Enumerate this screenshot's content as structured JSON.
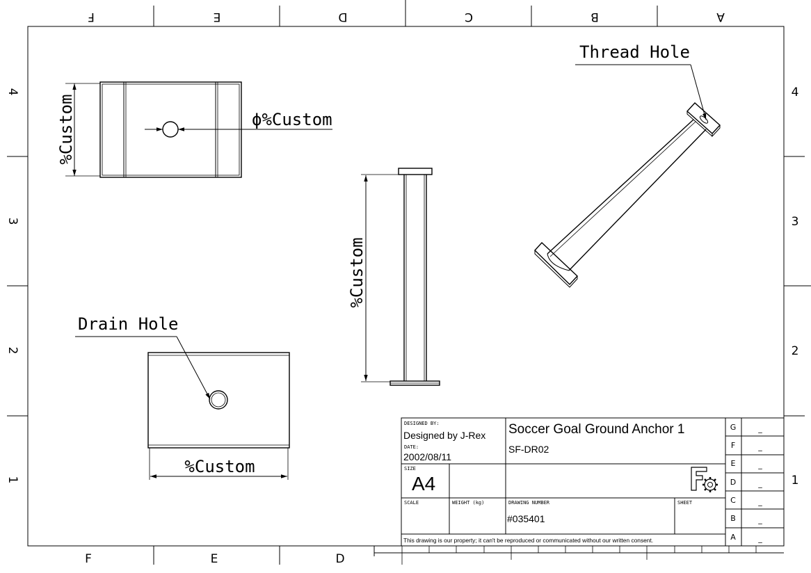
{
  "zones": {
    "top_letters": [
      "F",
      "E",
      "D",
      "C",
      "B",
      "A"
    ],
    "bottom_letters": [
      "F",
      "E",
      "D"
    ],
    "row_numbers": [
      "4",
      "3",
      "2",
      "1"
    ]
  },
  "annotations": {
    "thread_hole": "Thread Hole",
    "drain_hole": "Drain Hole",
    "dim_top_height": "%Custom",
    "dim_top_diameter": "ϕ%Custom",
    "dim_front_length": "%Custom",
    "dim_bottom_width": "%Custom"
  },
  "title_block": {
    "designed_by_label": "DESIGNED BY:",
    "designed_by": "Designed by J-Rex",
    "date_label": "DATE:",
    "date": "2002/08/11",
    "title": "Soccer Goal Ground Anchor 1",
    "subtitle": "SF-DR02",
    "size_label": "SIZE",
    "size": "A4",
    "scale_label": "SCALE",
    "weight_label": "WEIGHT (kg)",
    "drawing_number_label": "DRAWING NUMBER",
    "drawing_number": "#035401",
    "sheet_label": "SHEET",
    "footer": "This drawing is our property; it can't be reproduced or communicated without our written consent.",
    "logo_icon": "freecad-gear-icon"
  },
  "revisions": [
    {
      "letter": "G",
      "value": "_"
    },
    {
      "letter": "F",
      "value": "_"
    },
    {
      "letter": "E",
      "value": "_"
    },
    {
      "letter": "D",
      "value": "_"
    },
    {
      "letter": "C",
      "value": "_"
    },
    {
      "letter": "B",
      "value": "_"
    },
    {
      "letter": "A",
      "value": "_"
    }
  ]
}
